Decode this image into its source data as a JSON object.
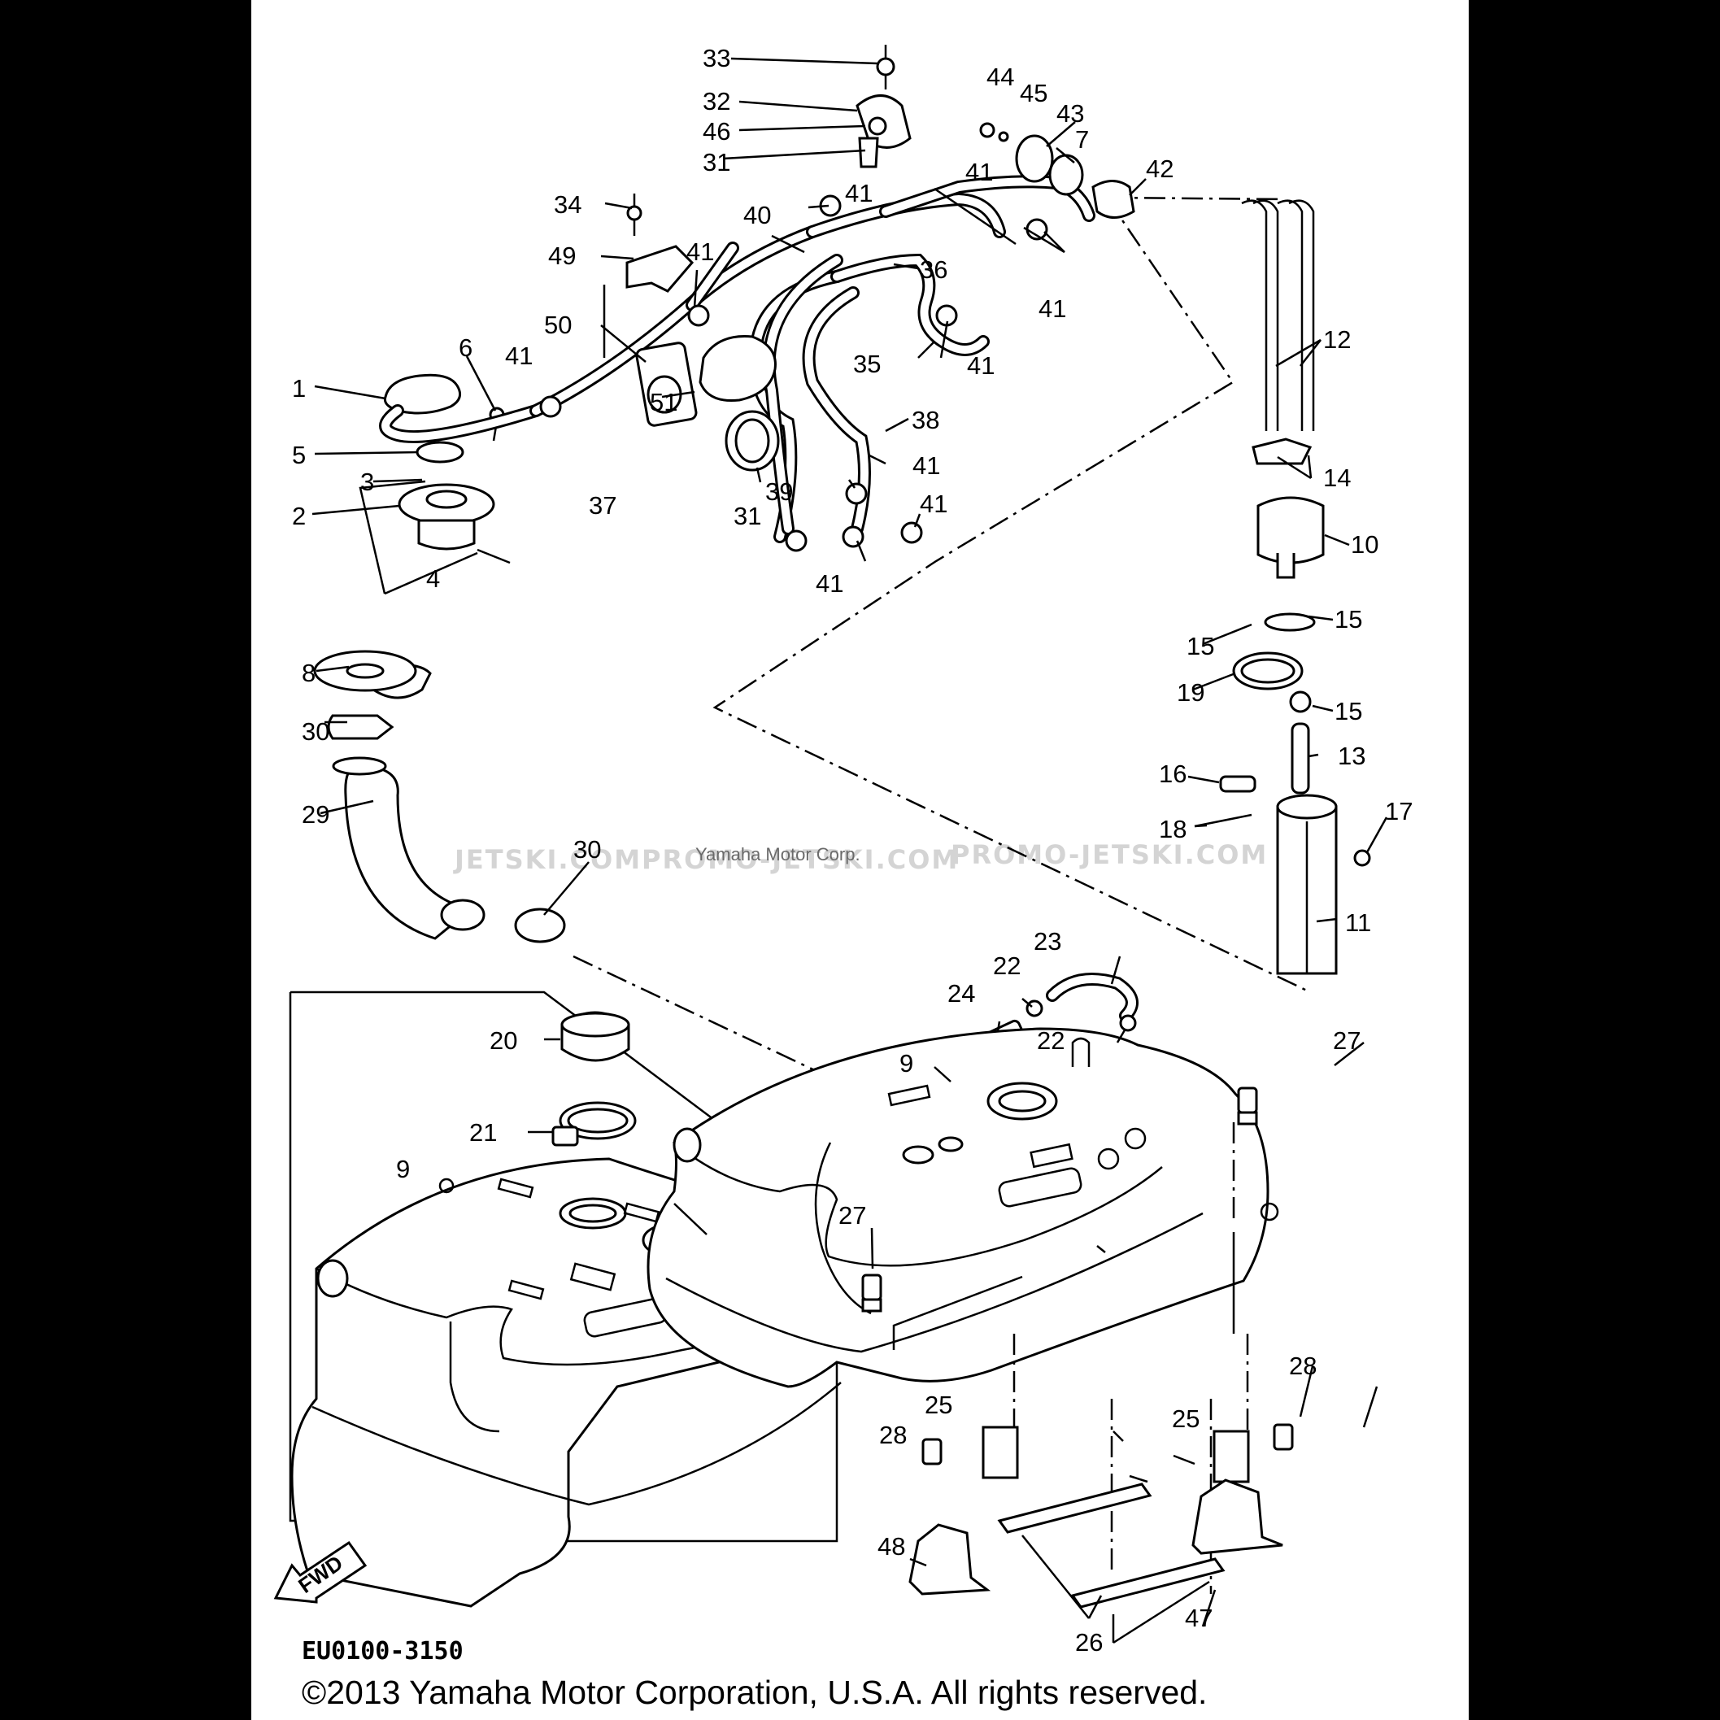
{
  "part_numbers": [
    "1",
    "2",
    "3",
    "4",
    "5",
    "6",
    "7",
    "8",
    "9",
    "10",
    "11",
    "12",
    "13",
    "14",
    "15",
    "16",
    "17",
    "18",
    "19",
    "20",
    "21",
    "22",
    "23",
    "24",
    "25",
    "26",
    "27",
    "28",
    "29",
    "30",
    "31",
    "32",
    "33",
    "34",
    "35",
    "36",
    "37",
    "38",
    "39",
    "40",
    "41",
    "42",
    "43",
    "44",
    "45",
    "46",
    "47",
    "48",
    "49",
    "50",
    "51"
  ],
  "callouts": {
    "c1": "1",
    "c2": "2",
    "c3": "3",
    "c4": "4",
    "c5": "5",
    "c6": "6",
    "c7": "7",
    "c8": "8",
    "c9a": "9",
    "c9b": "9",
    "c10": "10",
    "c11": "11",
    "c12": "12",
    "c13": "13",
    "c14": "14",
    "c15a": "15",
    "c15b": "15",
    "c15c": "15",
    "c16": "16",
    "c17": "17",
    "c18": "18",
    "c19": "19",
    "c20": "20",
    "c21": "21",
    "c22a": "22",
    "c22b": "22",
    "c23": "23",
    "c24": "24",
    "c25a": "25",
    "c25b": "25",
    "c26": "26",
    "c27a": "27",
    "c27b": "27",
    "c28a": "28",
    "c28b": "28",
    "c29": "29",
    "c30a": "30",
    "c30b": "30",
    "c31a": "31",
    "c31b": "31",
    "c32": "32",
    "c33": "33",
    "c34": "34",
    "c35": "35",
    "c36": "36",
    "c37": "37",
    "c38": "38",
    "c39": "39",
    "c40": "40",
    "c41a": "41",
    "c41b": "41",
    "c41c": "41",
    "c41d": "41",
    "c41e": "41",
    "c41f": "41",
    "c41g": "41",
    "c41h": "41",
    "c41i": "41",
    "c42": "42",
    "c43": "43",
    "c44": "44",
    "c45": "45",
    "c46": "46",
    "c47": "47",
    "c48": "48",
    "c49": "49",
    "c50": "50",
    "c51": "51"
  },
  "fwd_label": "FWD",
  "diagram_code": "EU0100-3150",
  "copyright": "©2013 Yamaha Motor Corporation, U.S.A. All rights reserved.",
  "watermarks": {
    "w1": "JETSKI.COM",
    "w2": "PROMO-JETSKI.COM",
    "w3": "PROMO-JETSKI.COM",
    "w4": "Yamaha Motor Corp."
  }
}
